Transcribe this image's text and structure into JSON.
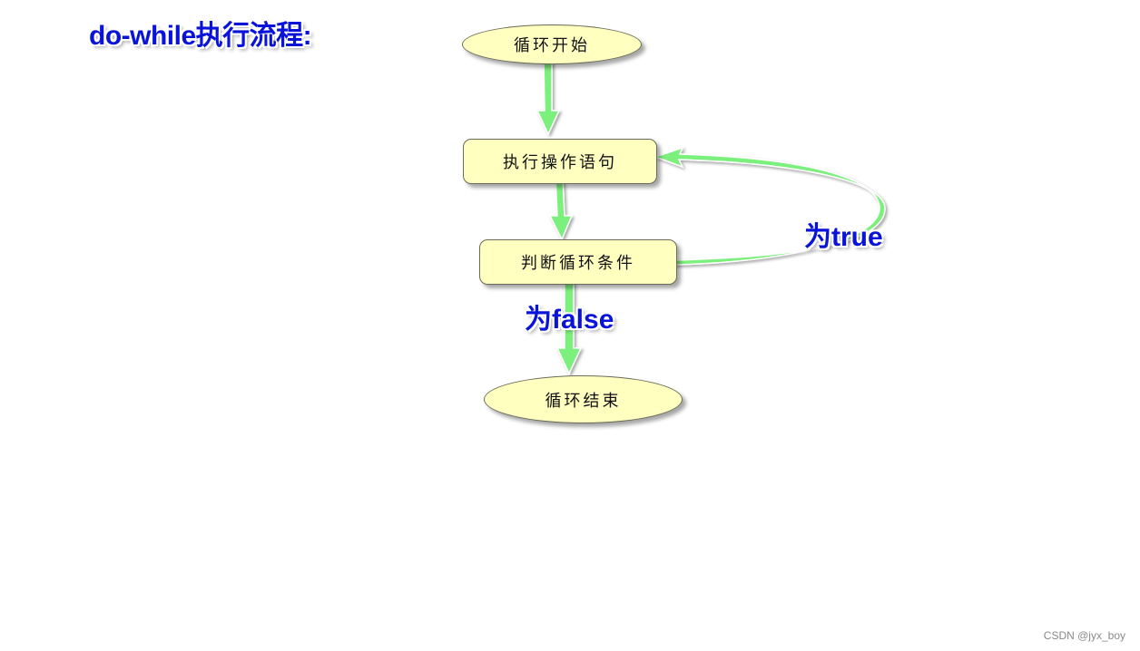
{
  "title": "do-while执行流程:",
  "colors": {
    "title_text": "#0a14d8",
    "node_fill": "#ffffc0",
    "arrow_fill": "#7cf07c"
  },
  "nodes": {
    "start": "循环开始",
    "execute": "执行操作语句",
    "judge": "判断循环条件",
    "end": "循环结束"
  },
  "labels": {
    "true_branch": "为true",
    "false_branch": "为false"
  },
  "watermark": "CSDN @jyx_boy"
}
